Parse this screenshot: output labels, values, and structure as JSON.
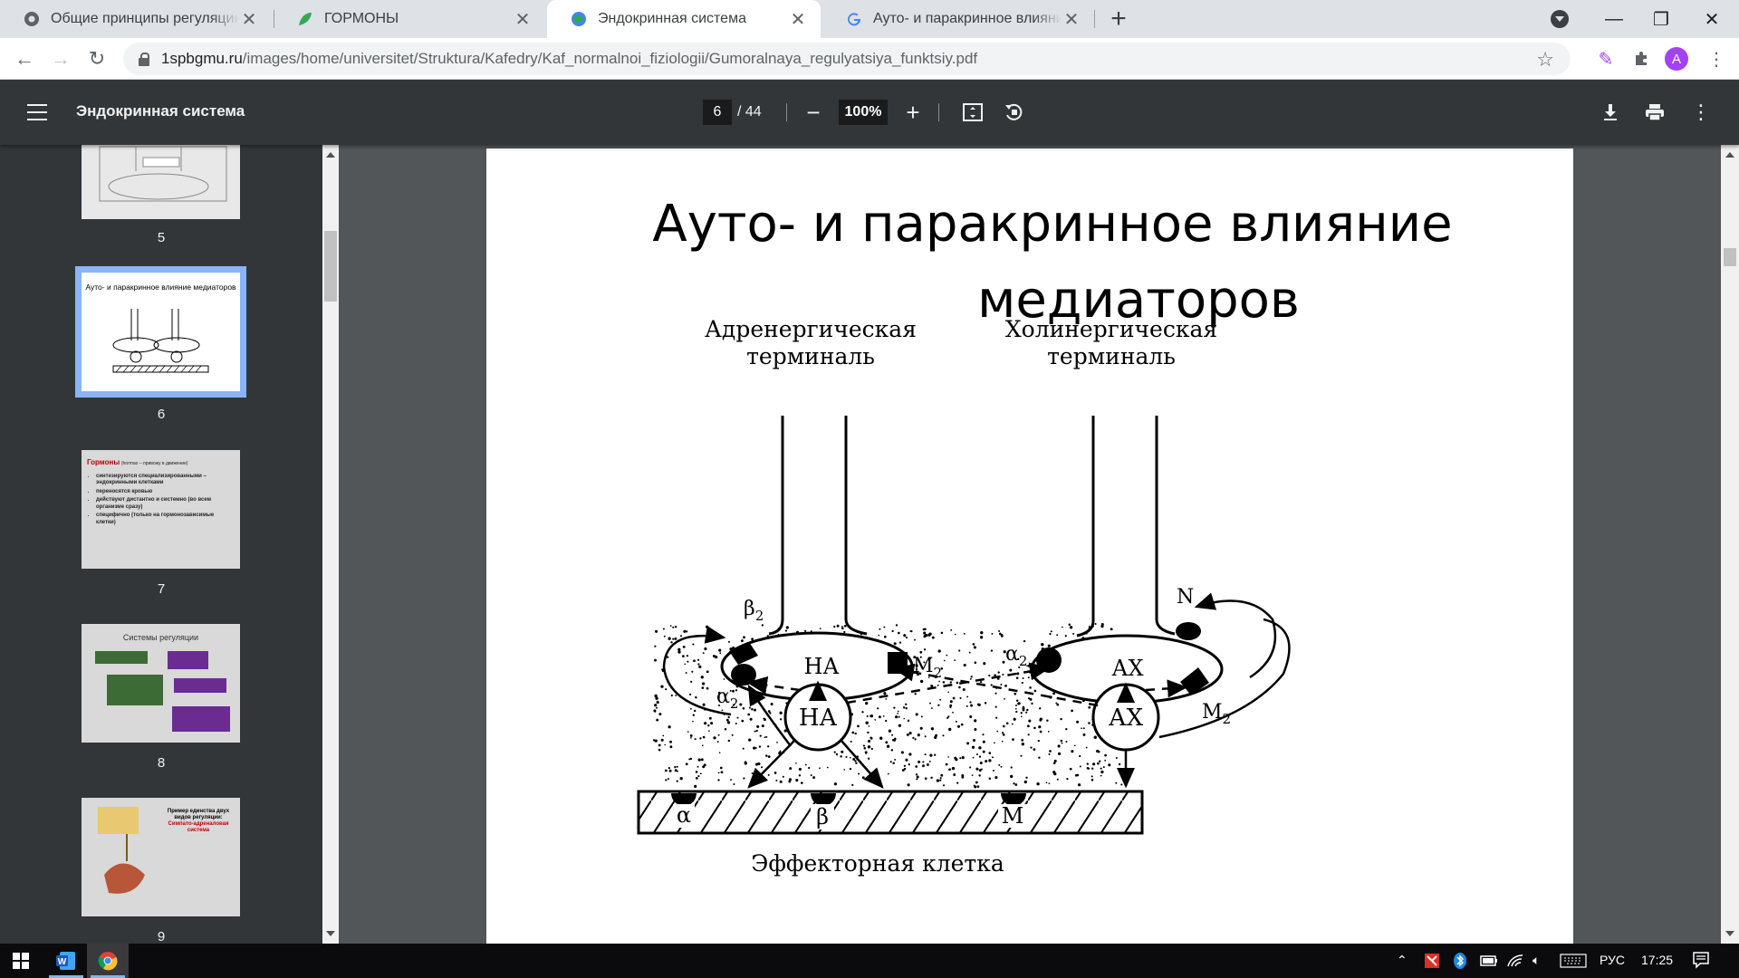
{
  "browser": {
    "tabs": [
      {
        "title": "Общие принципы регуляции ж",
        "favicon": "globe-icon",
        "active": false
      },
      {
        "title": "ГОРМОНЫ",
        "favicon": "leaf-icon",
        "active": false
      },
      {
        "title": "Эндокринная система",
        "favicon": "globe-icon",
        "active": true
      },
      {
        "title": "Ауто- и паракринное влияние м",
        "favicon": "google-icon",
        "active": false
      }
    ],
    "url_host": "1spbgmu.ru",
    "url_path": "/images/home/universitet/Struktura/Kafedry/Kaf_normalnoi_fiziologii/Gumoralnaya_regulyatsiya_funktsiy.pdf",
    "profile_initial": "A"
  },
  "pdf": {
    "title": "Эндокринная система",
    "current_page": "6",
    "total_pages": "/ 44",
    "zoom": "100%"
  },
  "thumbnails": [
    {
      "page": "5",
      "selected": false
    },
    {
      "page": "6",
      "selected": true,
      "title": "Ауто- и паракринное влияние медиаторов"
    },
    {
      "page": "7",
      "selected": false,
      "heading": "Гормоны",
      "heading_note": "(hormao – привожу в движение)",
      "bullets": [
        "синтезируются специализированными – эндокринными клетками",
        "переносятся кровью",
        "действуют дистантно и системно (во всем организме сразу)",
        "специфично (только на гормонозависимые клетки)"
      ]
    },
    {
      "page": "8",
      "selected": false,
      "title": "Системы регуляции"
    },
    {
      "page": "9",
      "selected": false,
      "title": "Пример единства двух видов регуляции:",
      "subtitle": "Симпато-адреналовая система"
    }
  ],
  "slide": {
    "title_line1": "Ауто- и паракринное влияние",
    "title_line2": "медиаторов",
    "left_terminal": [
      "Адренергическая",
      "терминаль"
    ],
    "right_terminal": [
      "Холинергическая",
      "терминаль"
    ],
    "left_mediator": "НА",
    "right_mediator": "АХ",
    "receptor_labels": {
      "beta2": "β",
      "alpha2": "α",
      "m2": "M",
      "n": "N",
      "sub2": "2"
    },
    "effector_receptors": [
      "α",
      "β",
      "M"
    ],
    "effector_label": "Эффекторная клетка"
  },
  "taskbar": {
    "lang": "РУС",
    "time": "17:25"
  }
}
